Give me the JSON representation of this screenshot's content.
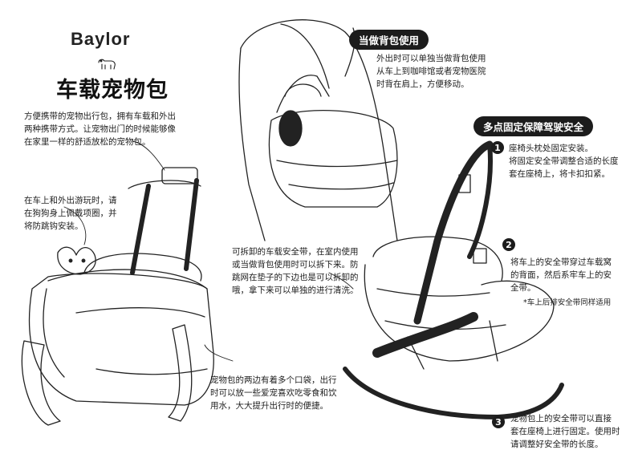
{
  "brand": {
    "name": "Baylor"
  },
  "title": "车载宠物包",
  "intro_note": "方便携带的宠物出行包，拥有车载和外出\n两种携带方式。让宠物出门的时候能够像\n在家里一样的舒适放松的宠物包。",
  "collar_note": "在车上和外出游玩时，请\n在狗狗身上佩戴项圈，并\n将防跳钩安装。",
  "belt_note": "可拆卸的车载安全带，在室内使用\n或当做背包使用时可以拆下来。防\n跳网在垫子的下边也是可以拆卸的\n哦，拿下来可以单独的进行清洗。",
  "pocket_note": "宠物包的两边有着多个口袋，出行\n时可以放一些爱宠喜欢吃零食和饮\n用水，大大提升出行时的便捷。",
  "backpack": {
    "pill": "当做背包使用",
    "text": "外出时可以单独当做背包使用\n从车上到咖啡馆或者宠物医院\n时背在肩上，方便移动。"
  },
  "safety": {
    "pill": "多点固定保障驾驶安全",
    "steps": [
      {
        "num": "1",
        "text": "座椅头枕处固定安装。\n将固定安全带调整合适的长度\n套在座椅上，将卡扣扣紧。"
      },
      {
        "num": "2",
        "text": "将车上的安全带穿过车载窝\n的背面，然后系牢车上的安\n全带。"
      },
      {
        "num": "3",
        "text": "宠物包上的安全带可以直接\n套在座椅上进行固定。使用时\n请调整好安全带的长度。"
      }
    ],
    "footnote": "*车上后排安全带同样适用"
  },
  "icons": {
    "logo": "baylor-o-logo",
    "mascot": "dog-mascot-icon"
  },
  "colors": {
    "ink": "#1a1a1a",
    "pill_bg": "#1c1c1c",
    "pill_text": "#ffffff"
  }
}
